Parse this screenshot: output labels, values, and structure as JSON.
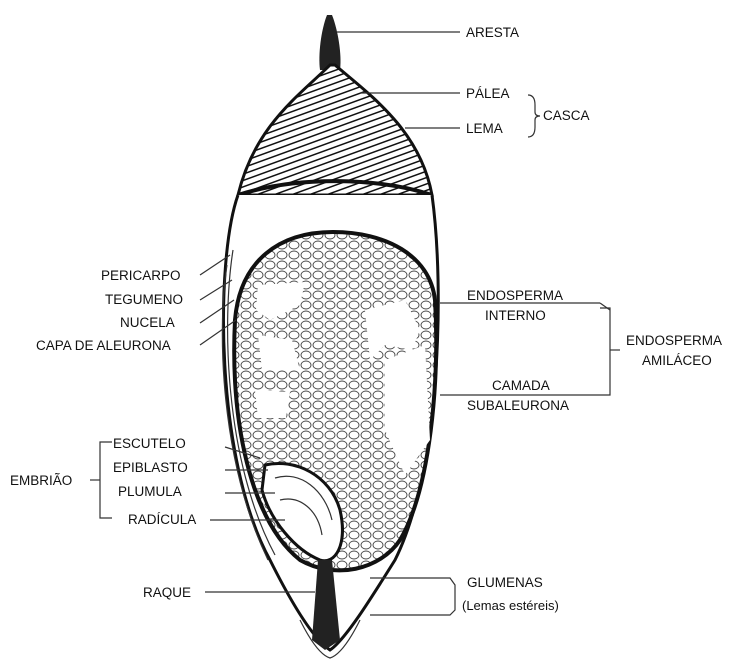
{
  "labels": {
    "aresta": "ARESTA",
    "palea": "PÁLEA",
    "lema": "LEMA",
    "casca": "CASCA",
    "pericarpo": "PERICARPO",
    "tegumeno": "TEGUMENO",
    "nucela": "NUCELA",
    "capa_aleurona": "CAPA DE ALEURONA",
    "endosperma_interno_1": "ENDOSPERMA",
    "endosperma_interno_2": "INTERNO",
    "camada_1": "CAMADA",
    "camada_2": "SUBALEURONA",
    "endosperma_amilaceo_1": "ENDOSPERMA",
    "endosperma_amilaceo_2": "AMILÁCEO",
    "escutelo": "ESCUTELO",
    "epiblasto": "EPIBLASTO",
    "plumula": "PLUMULA",
    "radicula": "RADÍCULA",
    "embriao": "EMBRIÃO",
    "raque": "RAQUE",
    "glumenas": "GLUMENAS",
    "lemas_estereis": "(Lemas estéreis)"
  }
}
